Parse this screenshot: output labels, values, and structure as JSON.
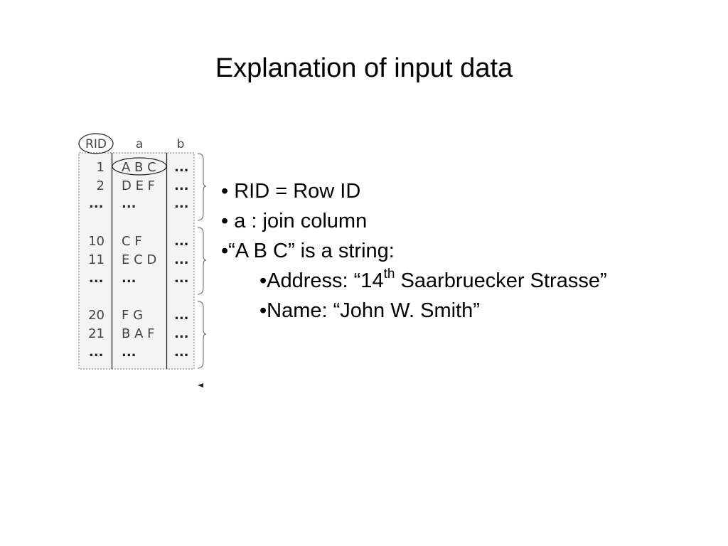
{
  "slide": {
    "title": "Explanation of input data"
  },
  "table": {
    "headers": [
      "RID",
      "a",
      "b"
    ],
    "groups": [
      [
        {
          "rid": "1",
          "a": "A B C",
          "b": "..."
        },
        {
          "rid": "2",
          "a": "D E F",
          "b": "..."
        },
        {
          "rid": "...",
          "a": "...",
          "b": "..."
        }
      ],
      [
        {
          "rid": "10",
          "a": "C F",
          "b": "..."
        },
        {
          "rid": "11",
          "a": "E C D",
          "b": "..."
        },
        {
          "rid": "...",
          "a": "...",
          "b": "..."
        }
      ],
      [
        {
          "rid": "20",
          "a": "F G",
          "b": "..."
        },
        {
          "rid": "21",
          "a": "B A F",
          "b": "..."
        },
        {
          "rid": "...",
          "a": "...",
          "b": "..."
        }
      ]
    ]
  },
  "bullets": {
    "rid": "• RID = Row ID",
    "join": "• a : join column",
    "string": "•“A B C” is a string:",
    "address_prefix": "•Address: “14",
    "address_sup": "th",
    "address_suffix": " Saarbruecker Strasse”",
    "name": "•Name: “John W. Smith”"
  }
}
